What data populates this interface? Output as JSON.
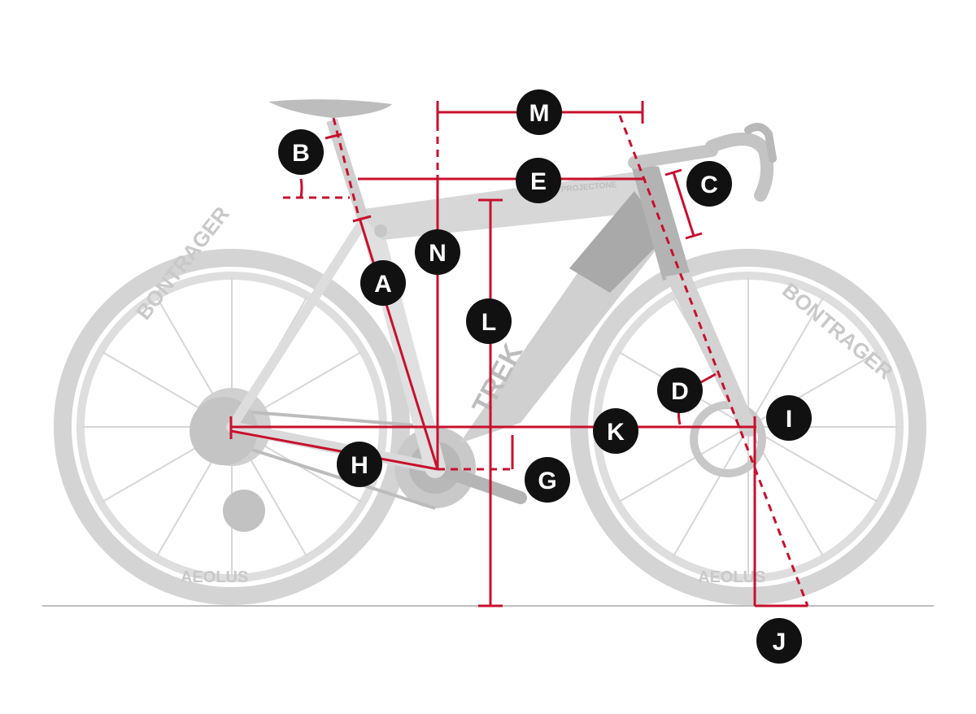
{
  "labels": {
    "A": "A",
    "B": "B",
    "C": "C",
    "D": "D",
    "E": "E",
    "G": "G",
    "H": "H",
    "I": "I",
    "J": "J",
    "K": "K",
    "L": "L",
    "M": "M",
    "N": "N"
  },
  "bike": {
    "downtube_brand": "TREK",
    "toptube_model": "PROJECTONE",
    "rear_tire_brand": "BONTRAGER",
    "front_tire_brand": "BONTRAGER",
    "rear_rim_brand": "AEOLUS",
    "front_rim_brand": "AEOLUS"
  },
  "colors": {
    "measure": "#c8102e",
    "badge": "#111111",
    "badge_text": "#ffffff",
    "bike_gray": "#cfcfcf",
    "ground": "#bdbdbd"
  }
}
